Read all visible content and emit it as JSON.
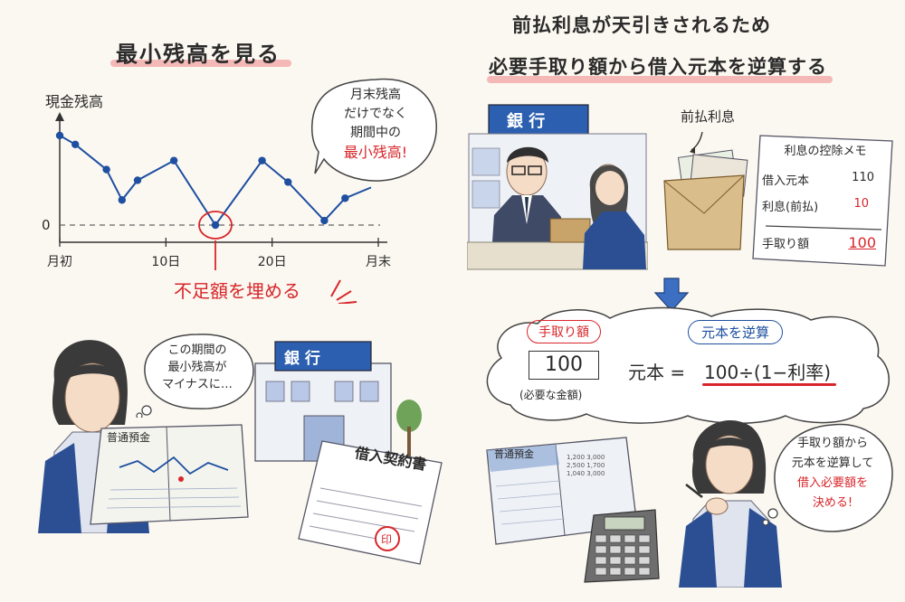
{
  "left": {
    "title": "最小残高を見る",
    "chart": {
      "ylabel": "現金残高",
      "zero_label": "0",
      "x_ticks": [
        "月初",
        "10日",
        "20日",
        "月末"
      ],
      "circle_annotation": "不足額を埋める"
    },
    "bubble": {
      "line1": "月末残高",
      "line2": "だけでなく",
      "line3": "期間中の",
      "line4": "最小残高!"
    },
    "woman_bubble": {
      "line1": "この期間の",
      "line2": "最小残高が",
      "line3": "マイナスに…"
    },
    "passbook_label": "普通預金",
    "bank_sign": "銀 行",
    "contract_title": "借入契約書",
    "seal": "印"
  },
  "right": {
    "title_line1": "前払利息が天引きされるため",
    "title_line2": "必要手取り額から借入元本を逆算する",
    "bank_sign": "銀 行",
    "envelope_label": "前払利息",
    "memo": {
      "title": "利息の控除メモ",
      "rows": [
        {
          "label": "借入元本",
          "value": "110"
        },
        {
          "label": "利息(前払)",
          "value": "10"
        },
        {
          "label": "手取り額",
          "value": "100"
        }
      ]
    },
    "cloud": {
      "net_label": "手取り額",
      "net_value": "100",
      "net_caption": "(必要な金額)",
      "principal_label": "元本を逆算",
      "formula_left": "元本 =",
      "formula_right": "100÷(1−利率)"
    },
    "passbook_label": "普通預金",
    "passbook_values": [
      "1,200",
      "3,000",
      "2,500",
      "1,700",
      "1,040",
      "3,000"
    ],
    "woman_bubble": {
      "line1": "手取り額から",
      "line2": "元本を逆算して",
      "line3": "借入必要額を",
      "line4": "決める!"
    }
  },
  "colors": {
    "accent_red": "#d8262a",
    "line_blue": "#1e4fa0",
    "underline_pink": "#f2a3a3"
  },
  "chart_data": {
    "type": "line",
    "ylabel": "現金残高",
    "x_ticks": [
      "月初",
      "10日",
      "20日",
      "月末"
    ],
    "x": [
      0,
      1.5,
      4.5,
      6,
      7.5,
      11,
      15,
      19.5,
      22,
      25.5,
      27.5,
      30
    ],
    "y": [
      100,
      90,
      62,
      28,
      50,
      72,
      0,
      72,
      48,
      5,
      30,
      42
    ],
    "markers": [
      true,
      true,
      true,
      true,
      true,
      true,
      true,
      true,
      true,
      true,
      true,
      false
    ],
    "xlim": [
      0,
      30
    ],
    "ylim": [
      -10,
      110
    ],
    "zero_line": 0,
    "minimum_highlight": {
      "x": 15,
      "y": 0
    }
  }
}
